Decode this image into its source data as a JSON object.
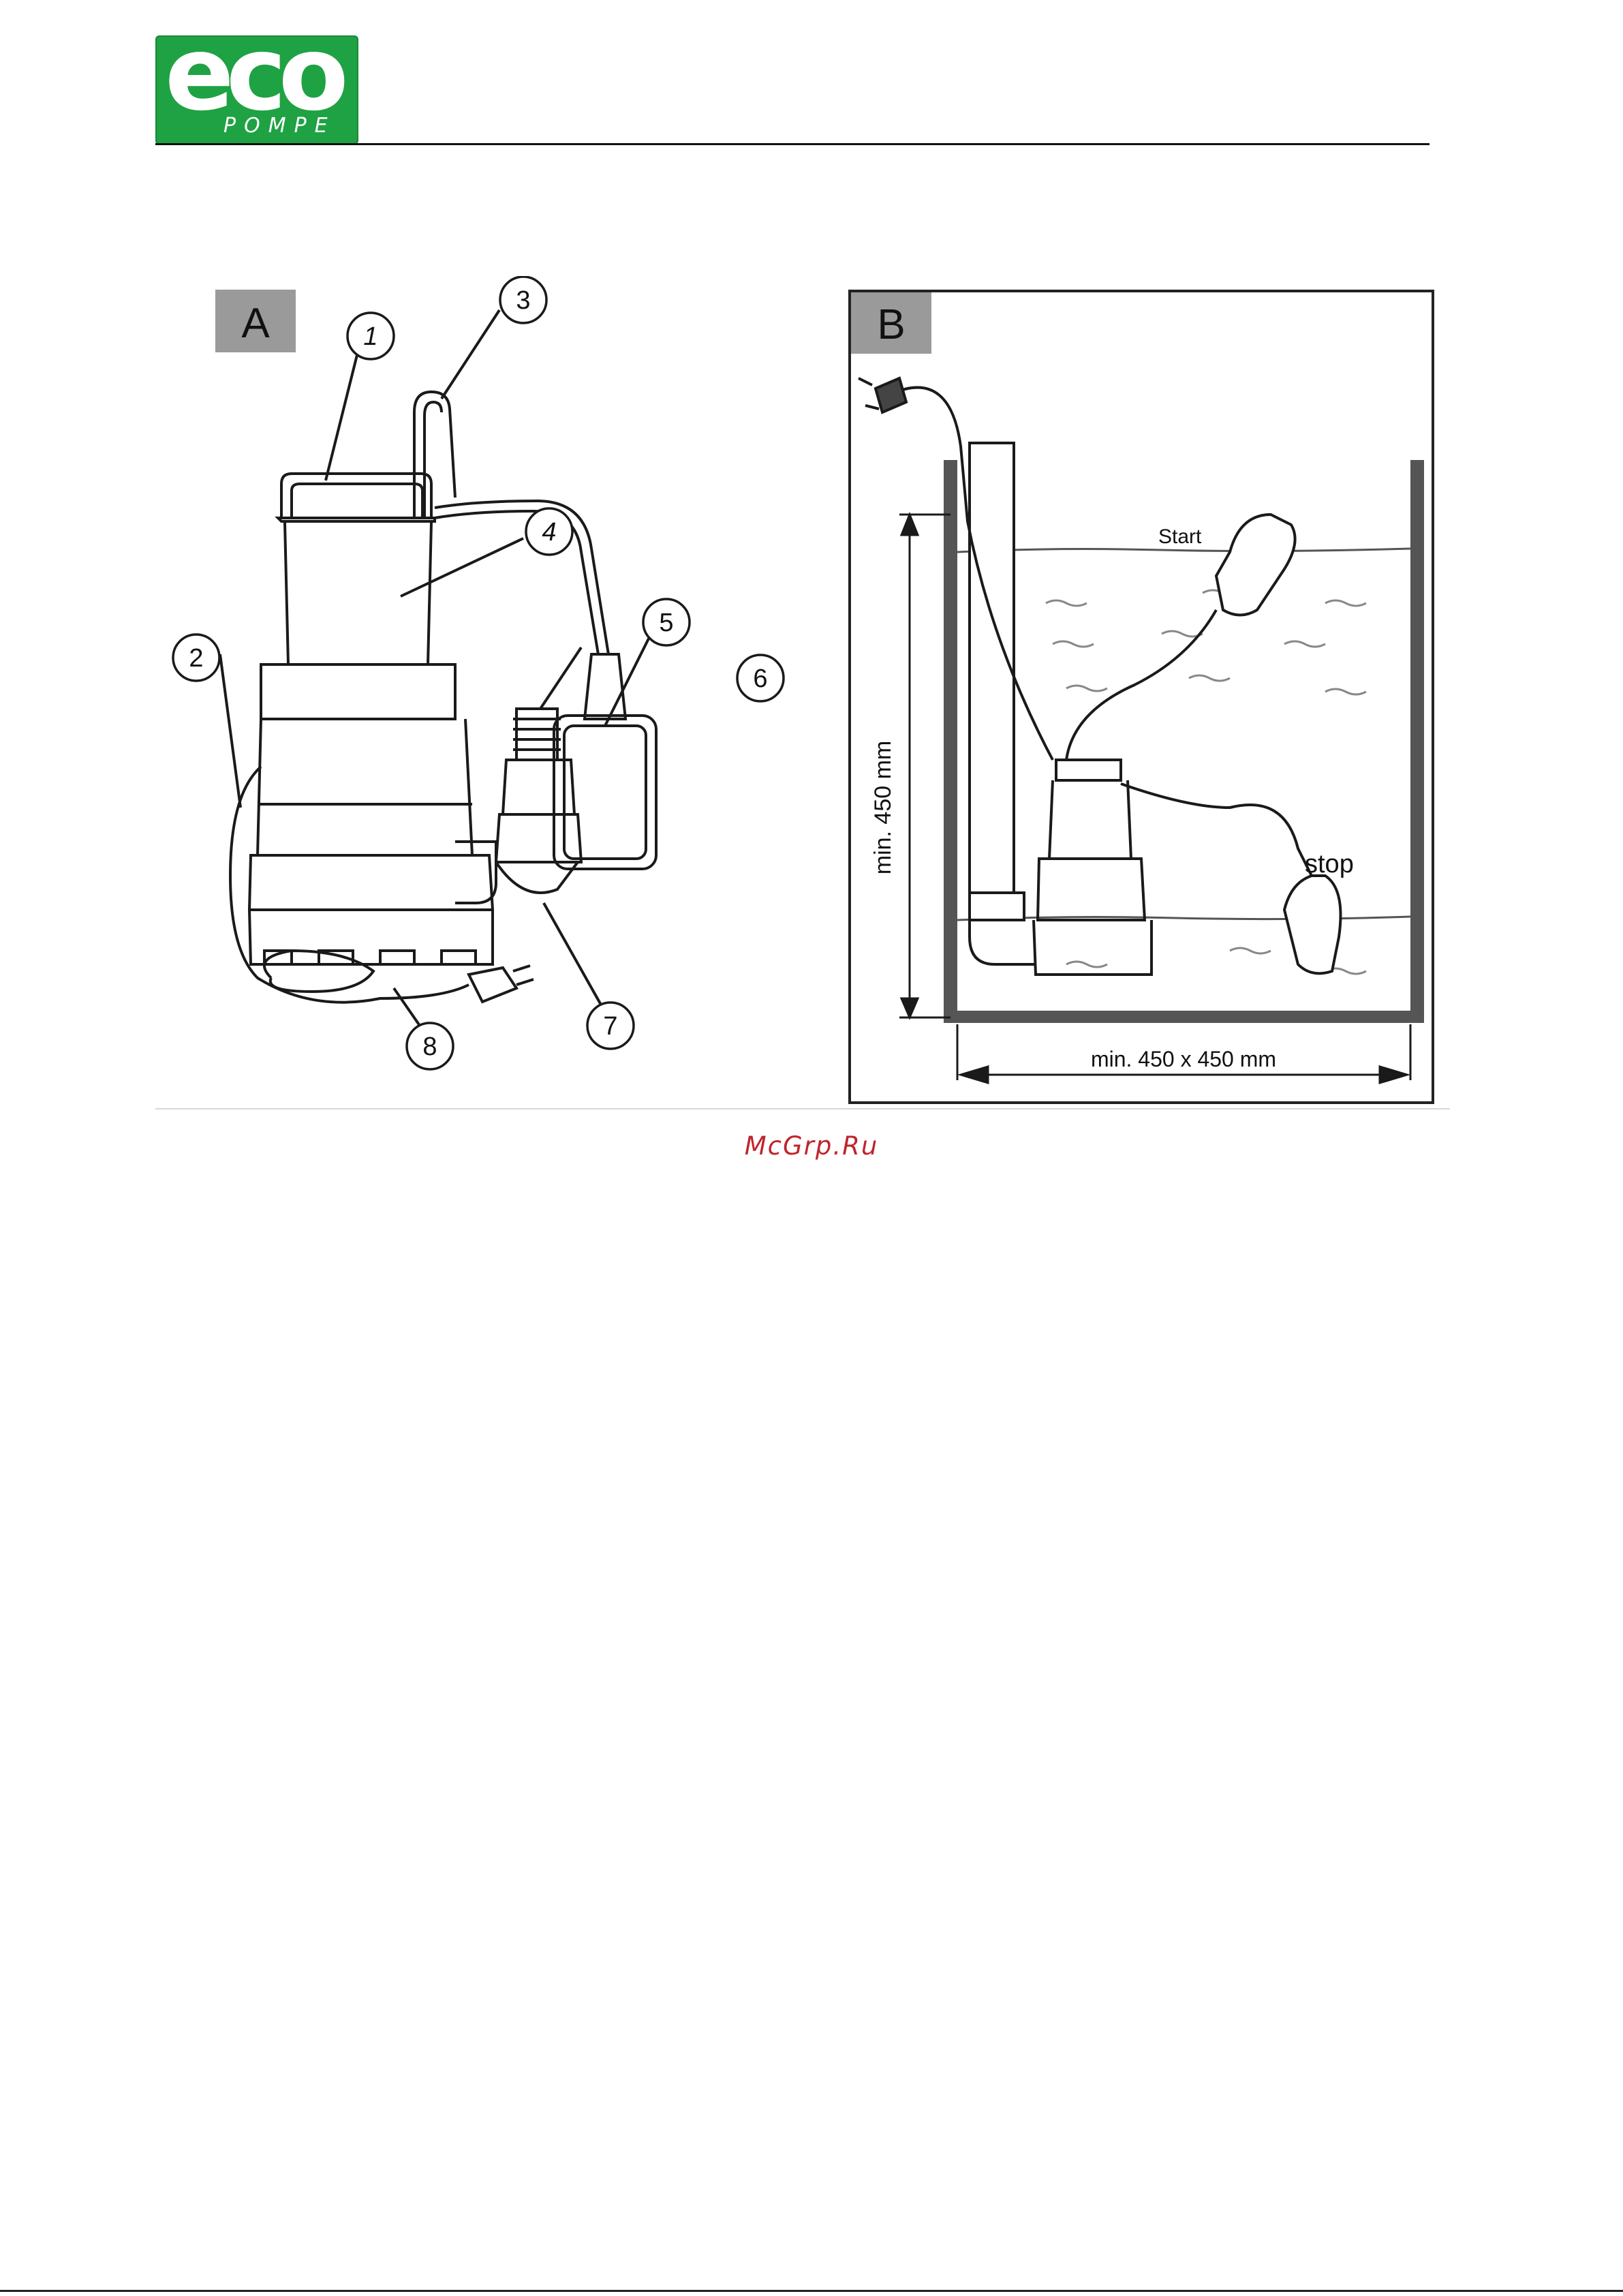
{
  "logo": {
    "wordmark": "eco",
    "subtitle": "POMPE",
    "color": "#1fa243"
  },
  "watermark": {
    "text": "McGrp.Ru",
    "color": "#c0242c"
  },
  "figure_a": {
    "label": "A",
    "callouts": [
      "1",
      "2",
      "3",
      "4",
      "5",
      "6",
      "7",
      "8"
    ]
  },
  "figure_b": {
    "label": "B",
    "start_label": "Start",
    "stop_label": "stop",
    "height_label": "min. 450 mm",
    "width_label": "min. 450 x 450 mm"
  }
}
